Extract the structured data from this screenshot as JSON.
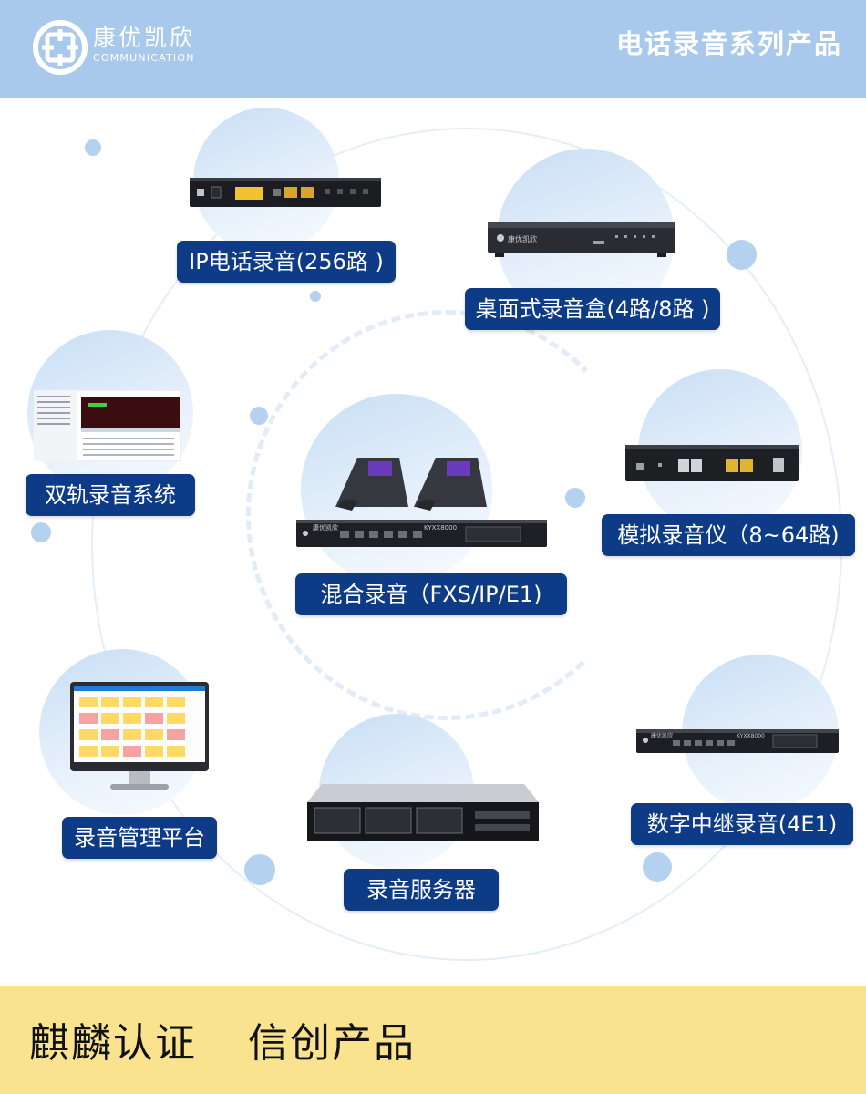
{
  "header": {
    "brand_cn": "康优凯欣",
    "brand_en": "COMMUNICATION",
    "series_title": "电话录音系列产品"
  },
  "products": {
    "ip_recorder": "IP电话录音(256路 )",
    "desktop_box": "桌面式录音盒(4路/8路 )",
    "dual_track": "双轨录音系统",
    "analog_recorder": "模拟录音仪（8~64路)",
    "hybrid_recorder": "混合录音（FXS/IP/E1)",
    "management_platform": "录音管理平台",
    "digital_trunk": "数字中继录音(4E1)",
    "recording_server": "录音服务器"
  },
  "device_marks": {
    "unit_model": "KYXX8000",
    "unit_brand": "康优凯欣"
  },
  "footer": {
    "slogan_1": "麒麟认证",
    "slogan_2": "信创产品"
  },
  "colors": {
    "header_bg": "#a9c9ec",
    "label_bg": "#0e3b85",
    "footer_bg": "#fae38e",
    "bubble": "#c8def5"
  }
}
